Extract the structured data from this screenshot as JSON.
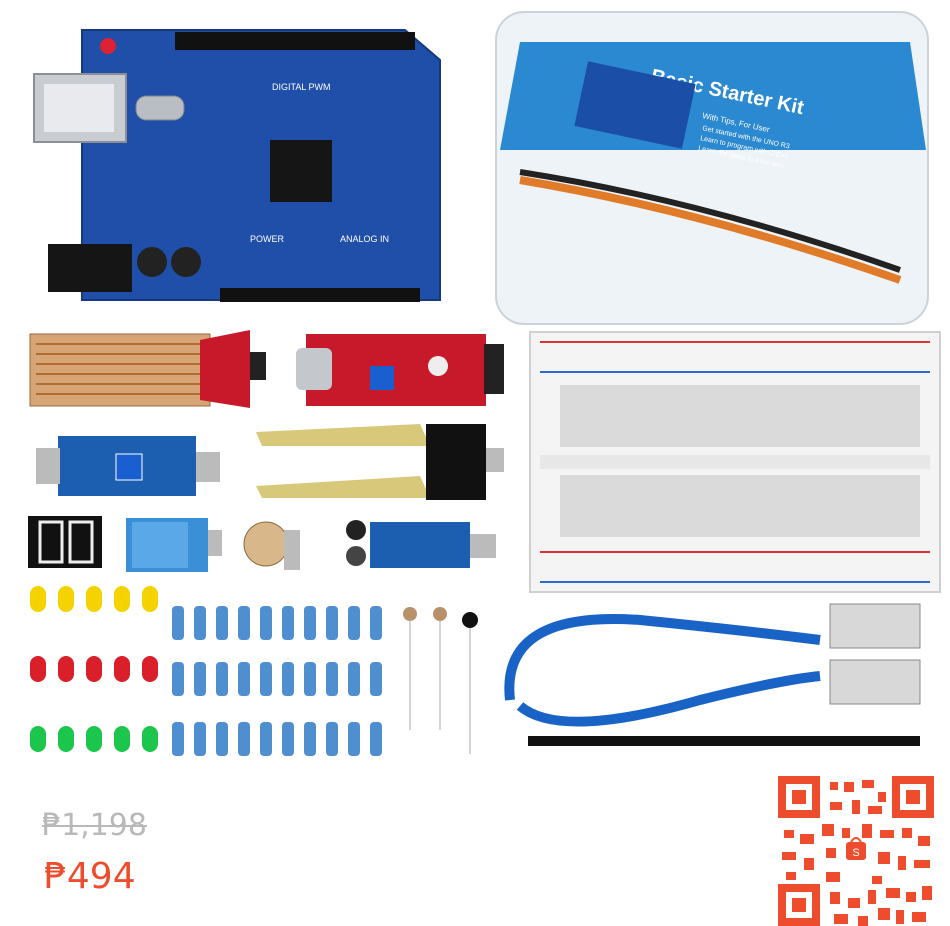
{
  "product": {
    "box_title": "Basic Starter Kit",
    "box_subtitle": "With Tips, For User",
    "box_line1": "Get started with the UNO R3",
    "box_line2": "Learn to program with C/C++",
    "box_line3": "Learn the ideas in a fun way",
    "board_label_digital": "DIGITAL PWM",
    "board_label_power": "POWER",
    "board_label_analog": "ANALOG IN"
  },
  "pricing": {
    "original_price": "₱1,198",
    "sale_price": "₱494"
  },
  "colors": {
    "accent": "#ee4d2d",
    "strike": "#b9b9b9",
    "board_blue": "#1f4fa8",
    "module_red": "#c8192b",
    "usb_blue": "#1a63c6"
  },
  "icons": {
    "qr": "qr-code-icon",
    "shop_bag": "shopping-bag-icon"
  }
}
